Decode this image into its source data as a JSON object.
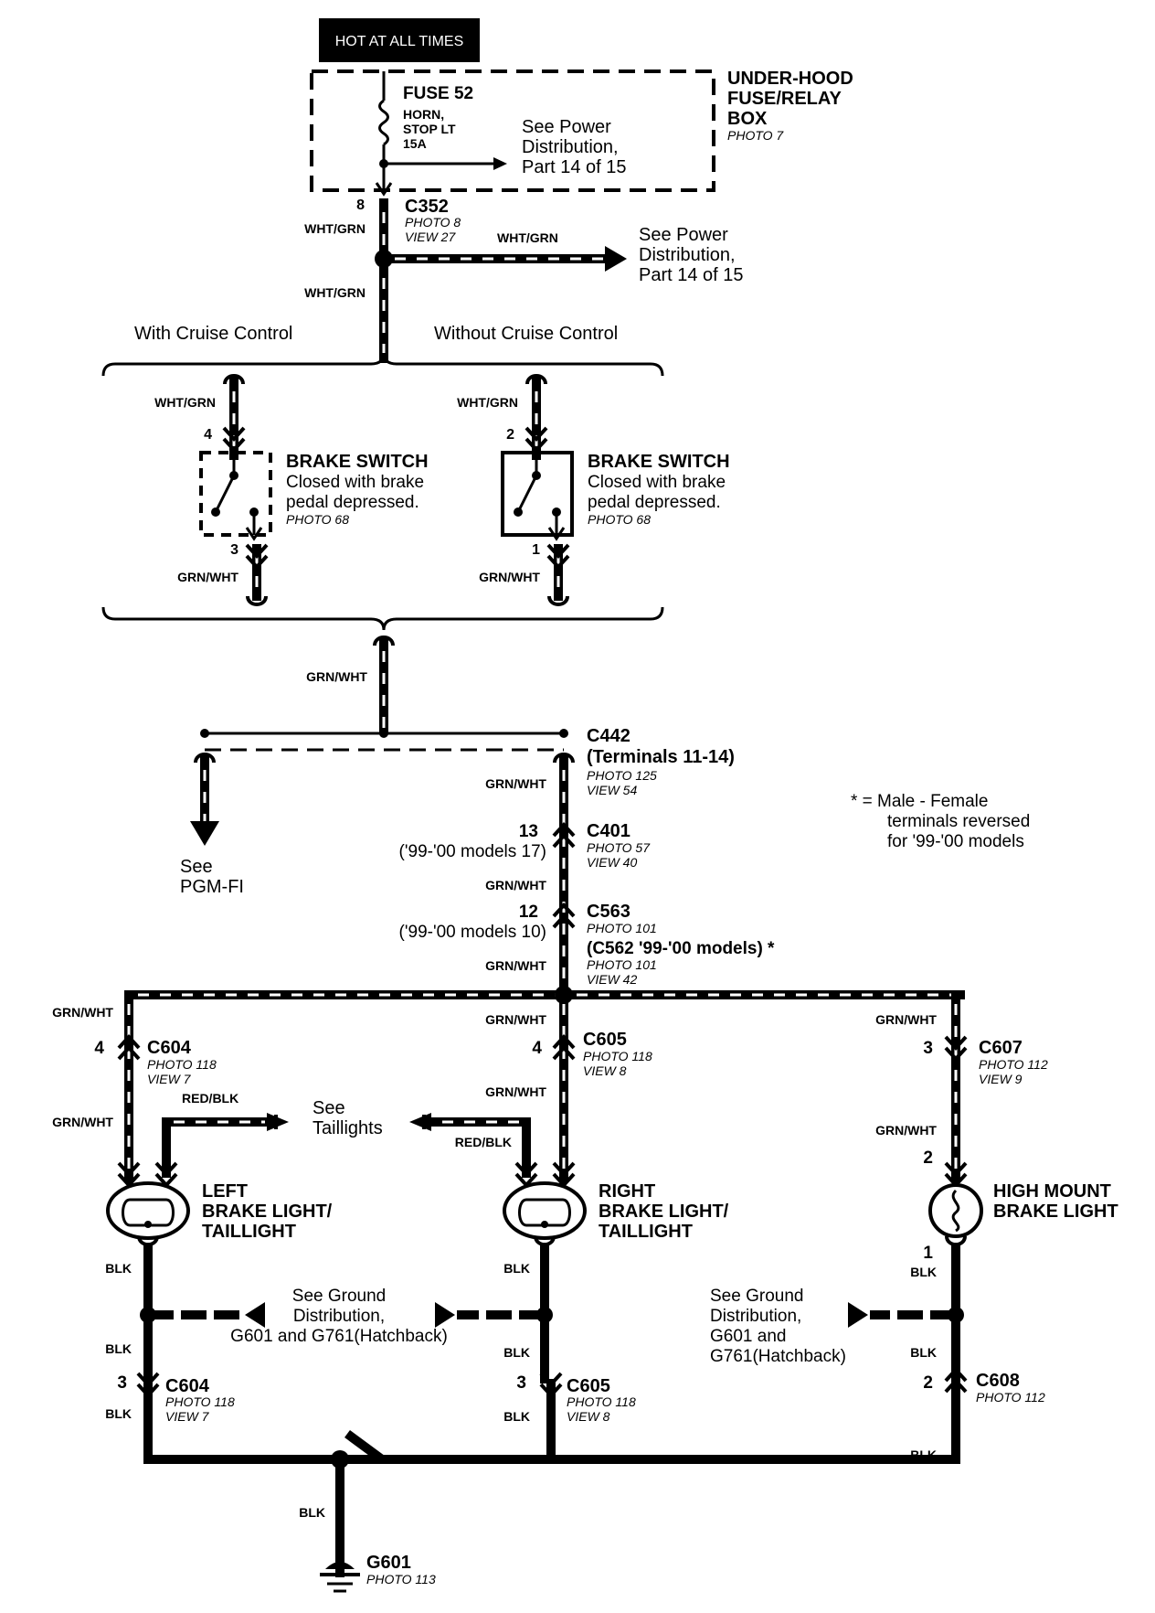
{
  "header": {
    "hot_label": "HOT AT ALL TIMES"
  },
  "fusebox": {
    "fuse": "FUSE 52",
    "fuse_desc_1": "HORN,",
    "fuse_desc_2": "STOP LT",
    "fuse_amp": "15A",
    "see_1": "See Power",
    "see_2": "Distribution,",
    "see_3": "Part 14 of 15",
    "title_1": "UNDER-HOOD",
    "title_2": "FUSE/RELAY",
    "title_3": "BOX",
    "photo": "PHOTO 7"
  },
  "c352": {
    "pin": "8",
    "name": "C352",
    "photo": "PHOTO 8",
    "view": "VIEW 27",
    "wire_1": "WHT/GRN",
    "wire_branch": "WHT/GRN",
    "wire_2": "WHT/GRN",
    "see_1": "See Power",
    "see_2": "Distribution,",
    "see_3": "Part 14 of 15"
  },
  "options": {
    "with": "With Cruise Control",
    "without": "Without Cruise Control"
  },
  "switch_cruise": {
    "wire_in": "WHT/GRN",
    "pin_in": "4",
    "pin_out": "3",
    "wire_out": "GRN/WHT",
    "title": "BRAKE SWITCH",
    "desc_1": "Closed with brake",
    "desc_2": "pedal depressed.",
    "photo": "PHOTO 68"
  },
  "switch_std": {
    "wire_in": "WHT/GRN",
    "pin_in": "2",
    "pin_out": "1",
    "wire_out": "GRN/WHT",
    "title": "BRAKE SWITCH",
    "desc_1": "Closed with brake",
    "desc_2": "pedal depressed.",
    "photo": "PHOTO 68"
  },
  "merge": {
    "wire": "GRN/WHT"
  },
  "c442": {
    "name": "C442",
    "terminals": "(Terminals 11-14)",
    "photo": "PHOTO 125",
    "view": "VIEW 54",
    "wire": "GRN/WHT"
  },
  "pgm": {
    "see": "See",
    "name": "PGM-FI"
  },
  "c401": {
    "pin": "13",
    "alt": "('99-'00 models 17)",
    "name": "C401",
    "photo": "PHOTO 57",
    "view": "VIEW 40",
    "wire": "GRN/WHT"
  },
  "c563": {
    "pin": "12",
    "alt": "('99-'00 models 10)",
    "name": "C563",
    "photo": "PHOTO 101",
    "alt_name": "(C562 '99-'00 models) *",
    "alt_photo": "PHOTO 101",
    "view": "VIEW 42",
    "wire": "GRN/WHT"
  },
  "note": {
    "line_1": "* = Male - Female",
    "line_2": "terminals reversed",
    "line_3": "for '99-'00 models"
  },
  "left": {
    "wire_top": "GRN/WHT",
    "pin": "4",
    "conn": "C604",
    "photo": "PHOTO 118",
    "view": "VIEW 7",
    "wire_mid": "GRN/WHT",
    "tail_wire": "RED/BLK",
    "title_1": "LEFT",
    "title_2": "BRAKE LIGHT/",
    "title_3": "TAILLIGHT",
    "gnd_wire_1": "BLK",
    "gnd_wire_2": "BLK",
    "gnd_pin": "3",
    "gnd_conn": "C604",
    "gnd_photo": "PHOTO 118",
    "gnd_view": "VIEW 7",
    "gnd_wire_3": "BLK"
  },
  "right": {
    "wire_top": "GRN/WHT",
    "pin": "4",
    "conn": "C605",
    "photo": "PHOTO 118",
    "view": "VIEW 8",
    "wire_mid": "GRN/WHT",
    "tail_wire": "RED/BLK",
    "title_1": "RIGHT",
    "title_2": "BRAKE LIGHT/",
    "title_3": "TAILLIGHT",
    "gnd_wire_1": "BLK",
    "gnd_wire_2": "BLK",
    "gnd_pin": "3",
    "gnd_conn": "C605",
    "gnd_photo": "PHOTO 118",
    "gnd_view": "VIEW 8",
    "gnd_wire_3": "BLK"
  },
  "taillights": {
    "see": "See",
    "name": "Taillights"
  },
  "high": {
    "wire_top": "GRN/WHT",
    "pin": "3",
    "conn": "C607",
    "photo": "PHOTO 112",
    "view": "VIEW 9",
    "wire_mid": "GRN/WHT",
    "pin_in": "2",
    "title_1": "HIGH MOUNT",
    "title_2": "BRAKE LIGHT",
    "pin_out": "1",
    "gnd_wire_1": "BLK",
    "gnd_wire_2": "BLK",
    "gnd_pin": "2",
    "gnd_conn": "C608",
    "gnd_photo": "PHOTO 112",
    "gnd_wire_3": "BLK"
  },
  "ground_see_left": {
    "line_1": "See Ground",
    "line_2": "Distribution,",
    "line_3": "G601 and G761(Hatchback)"
  },
  "ground_see_right": {
    "line_1": "See Ground",
    "line_2": "Distribution,",
    "line_3": "G601 and",
    "line_4": "G761(Hatchback)"
  },
  "g601": {
    "wire": "BLK",
    "name": "G601",
    "photo": "PHOTO 113"
  }
}
